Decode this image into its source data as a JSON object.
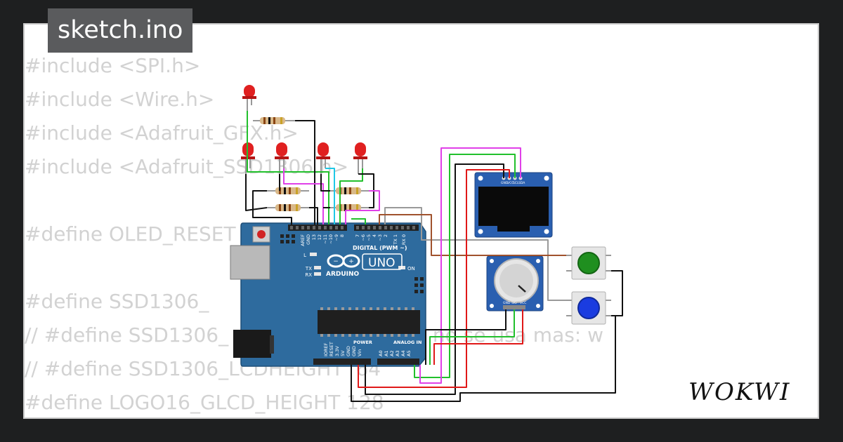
{
  "header": {
    "filename": "sketch.ino"
  },
  "code_lines": [
    "#include <SPI.h>",
    "#include <Wire.h>",
    "#include <Adafruit_GFX.h>",
    "#include <Adafruit_SSD1306.h>",
    "",
    "#define OLED_RESET",
    "",
    "#define SSD1306_",
    "// #define SSD1306_    // < DEPRECATED no se usa mas: w",
    "// #define SSD1306_LCDHEIGHT  64",
    "#define LOGO16_GLCD_HEIGHT 128"
  ],
  "board": {
    "brand": "ARDUINO",
    "model": "UNO",
    "digital_label": "DIGITAL (PWM ~)",
    "aref": "AREF",
    "gnd": "GND",
    "pins_digital": [
      "13",
      "12",
      "~11",
      "~10",
      "~9",
      "8",
      "7",
      "~6",
      "~5",
      "4",
      "~3",
      "2",
      "TX 1",
      "RX 0"
    ],
    "led_l": "L",
    "led_tx": "TX",
    "led_rx": "RX",
    "on_label": "ON",
    "power_label": "POWER",
    "analog_label": "ANALOG IN",
    "power_pins": [
      "IOREF",
      "RESET",
      "3.3V",
      "5V",
      "GND",
      "GND",
      "Vin"
    ],
    "analog_pins": [
      "A0",
      "A1",
      "A2",
      "A3",
      "A4",
      "A5"
    ]
  },
  "oled": {
    "pins": [
      "GND",
      "VCC",
      "SCL",
      "SDA"
    ]
  },
  "encoder": {
    "pins": [
      "GND",
      "SIG",
      "VCC"
    ]
  },
  "brand_logo": "WOKWI",
  "colors": {
    "board": "#2e6b9e",
    "wire_green": "#22c02c",
    "wire_magenta": "#e040e8",
    "wire_black": "#111111",
    "wire_red": "#e01818",
    "wire_gray": "#9a9a9a",
    "wire_brown": "#a0522d",
    "wire_cyan": "#1ec8e6",
    "led_red": "#e02020",
    "button_green": "#1f8f1f",
    "button_blue": "#1a3ce0"
  }
}
